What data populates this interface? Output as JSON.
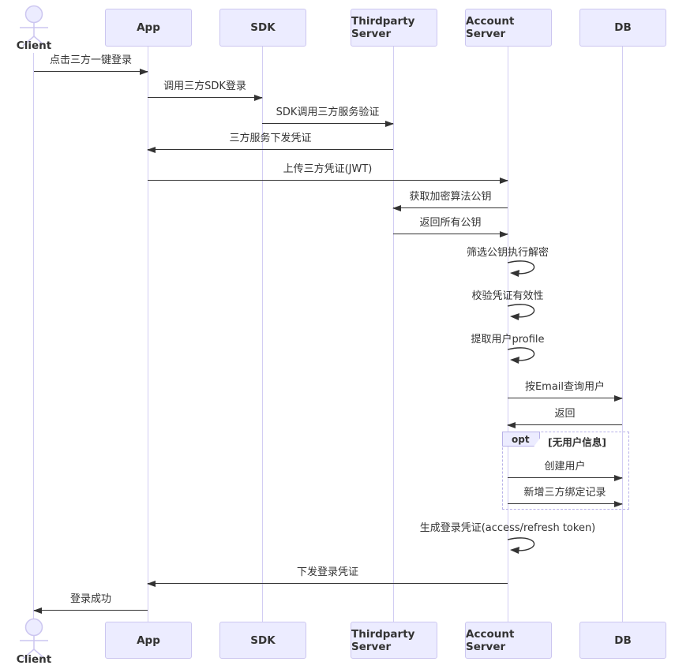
{
  "diagram_type": "sequence",
  "participants": [
    {
      "label": "Client",
      "kind": "actor"
    },
    {
      "label": "App",
      "kind": "participant"
    },
    {
      "label": "SDK",
      "kind": "participant"
    },
    {
      "label": "Thirdparty Server",
      "kind": "participant"
    },
    {
      "label": "Account Server",
      "kind": "participant"
    },
    {
      "label": "DB",
      "kind": "participant"
    }
  ],
  "messages": [
    {
      "from": "Client",
      "to": "App",
      "label": "点击三方一键登录",
      "style": "solid-arrow"
    },
    {
      "from": "App",
      "to": "SDK",
      "label": "调用三方SDK登录",
      "style": "solid-arrow"
    },
    {
      "from": "SDK",
      "to": "Thirdparty Server",
      "label": "SDK调用三方服务验证",
      "style": "solid-arrow"
    },
    {
      "from": "Thirdparty Server",
      "to": "App",
      "label": "三方服务下发凭证",
      "style": "solid-arrow"
    },
    {
      "from": "App",
      "to": "Account Server",
      "label": "上传三方凭证(JWT)",
      "style": "solid-arrow"
    },
    {
      "from": "Account Server",
      "to": "Thirdparty Server",
      "label": "获取加密算法公钥",
      "style": "solid-arrow"
    },
    {
      "from": "Thirdparty Server",
      "to": "Account Server",
      "label": "返回所有公钥",
      "style": "solid-arrow"
    },
    {
      "from": "Account Server",
      "to": "Account Server",
      "label": "筛选公钥执行解密",
      "style": "self-loop"
    },
    {
      "from": "Account Server",
      "to": "Account Server",
      "label": "校验凭证有效性",
      "style": "self-loop"
    },
    {
      "from": "Account Server",
      "to": "Account Server",
      "label": "提取用户profile",
      "style": "self-loop"
    },
    {
      "from": "Account Server",
      "to": "DB",
      "label": "按Email查询用户",
      "style": "solid-arrow"
    },
    {
      "from": "DB",
      "to": "Account Server",
      "label": "返回",
      "style": "solid-arrow"
    },
    {
      "from": "Account Server",
      "to": "DB",
      "label": "创建用户",
      "style": "solid-arrow",
      "fragment": "opt"
    },
    {
      "from": "Account Server",
      "to": "DB",
      "label": "新增三方绑定记录",
      "style": "solid-arrow",
      "fragment": "opt"
    },
    {
      "from": "Account Server",
      "to": "Account Server",
      "label": "生成登录凭证(access/refresh token)",
      "style": "self-loop"
    },
    {
      "from": "Account Server",
      "to": "App",
      "label": "下发登录凭证",
      "style": "solid-arrow"
    },
    {
      "from": "App",
      "to": "Client",
      "label": "登录成功",
      "style": "solid-arrow"
    }
  ],
  "fragment": {
    "type": "opt",
    "label": "opt",
    "condition": "[无用户信息]"
  },
  "colors": {
    "background": "#ffffff",
    "participant_fill": "#ECECFF",
    "participant_border": "#ccc6f0",
    "lifeline": "#d2cdf3",
    "arrow": "#333333",
    "text": "#333333",
    "fragment_border": "#b8b2e8"
  }
}
